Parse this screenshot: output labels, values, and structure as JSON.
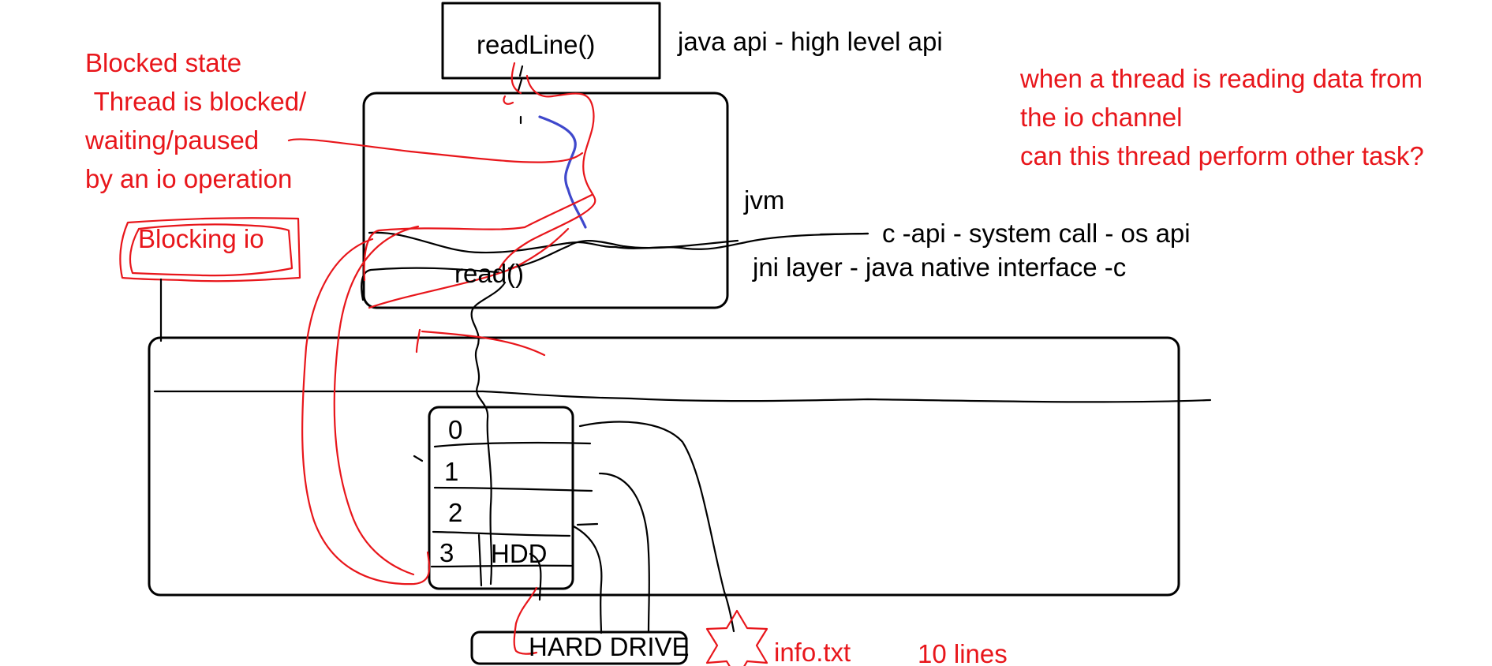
{
  "boxes": {
    "top_method": "readLine()",
    "inner_method": "read()",
    "hdd": "HDD",
    "hard_drive": "HARD DRIVE",
    "slots": [
      "0",
      "1",
      "2",
      "3"
    ]
  },
  "labels": {
    "java_api": "java api -  high level api",
    "jvm": "jvm",
    "c_api": "c -api -  system call - os api",
    "jni": "jni layer - java native interface -c",
    "file": "info.txt",
    "lines": "10 lines"
  },
  "notes": {
    "blocked": [
      "Blocked state",
      " Thread is blocked/",
      "waiting/paused",
      "by an io operation"
    ],
    "blocking_io": "Blocking io",
    "question": [
      "when a thread is reading data from",
      "the io channel",
      "can this thread perform other task?"
    ]
  },
  "colors": {
    "ink": "#000000",
    "annotation": "#e8161b",
    "thread": "#3f48cc"
  }
}
